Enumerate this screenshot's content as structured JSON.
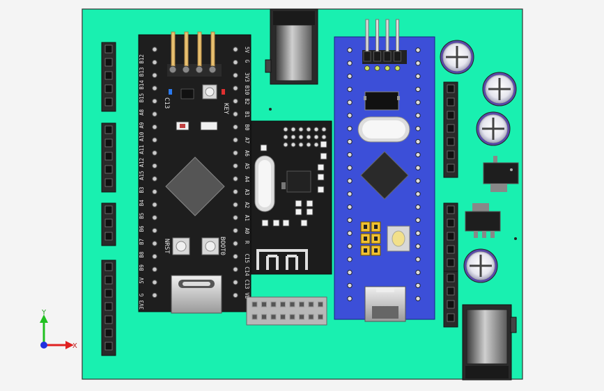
{
  "viewport": {
    "title": "PCB assembly 3D view",
    "background_color": "#f4f4f4"
  },
  "board": {
    "color": "#19f0b0",
    "edge_color": "#333333"
  },
  "black_pill": {
    "color": "#1e1e1e",
    "buttons": {
      "key": "KEY",
      "nrst": "NRST",
      "boot0": "BOOT0"
    },
    "left_pins": [
      "3V3",
      "G",
      "5V",
      "B9",
      "B8",
      "B7",
      "B6",
      "B5",
      "B4",
      "B3",
      "A15",
      "A12",
      "A11",
      "A10",
      "A9",
      "A8",
      "B15",
      "B14",
      "B13",
      "B12"
    ],
    "right_pins": [
      "5V",
      "G",
      "3V3",
      "B10",
      "B2",
      "B1",
      "B0",
      "A7",
      "A6",
      "A5",
      "A4",
      "A3",
      "A2",
      "A1",
      "A0",
      "R",
      "C15",
      "C14",
      "C13",
      "VB"
    ],
    "led_label": "C13"
  },
  "blue_pill": {
    "color": "#3c4fd8"
  },
  "nrf_module": {
    "color": "#1c1c1c"
  },
  "axis_triad": {
    "x_label": "X",
    "y_label": "Y",
    "x_color": "#e02020",
    "y_color": "#20c020",
    "origin_color": "#2030e0"
  }
}
